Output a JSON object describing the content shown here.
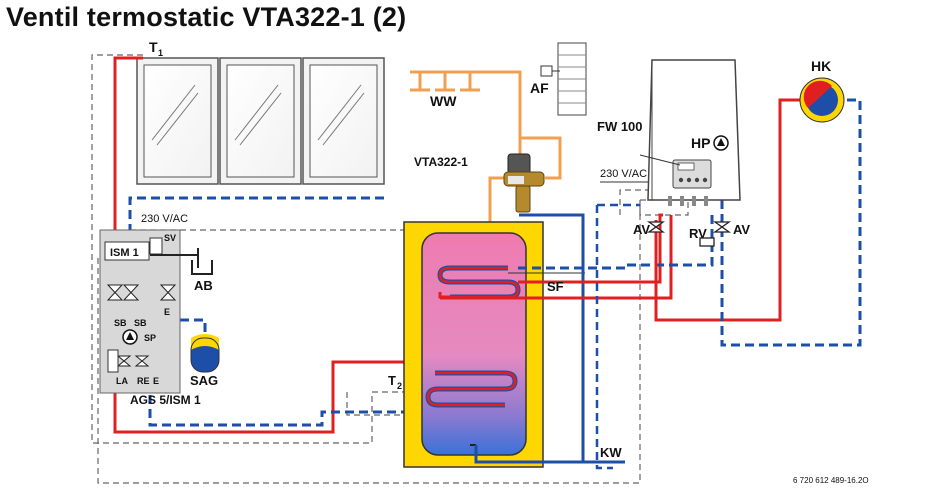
{
  "title": "Ventil termostatic VTA322-1 (2)",
  "labels": {
    "t1": "T",
    "t1_sub": "1",
    "t2": "T",
    "t2_sub": "2",
    "ww": "WW",
    "af": "AF",
    "vta": "VTA322-1",
    "fw100": "FW 100",
    "hp": "HP",
    "hk": "HK",
    "voltage_boiler": "230 V/AC",
    "voltage_solar": "230 V/AC",
    "av_left": "AV",
    "av_right": "AV",
    "rv": "RV",
    "sf": "SF",
    "kw": "KW",
    "ab": "AB",
    "sag": "SAG",
    "ism1": "ISM 1",
    "sv": "SV",
    "sb_left": "SB",
    "sb_right": "SB",
    "sp": "SP",
    "e_top": "E",
    "la": "LA",
    "re": "RE",
    "e_bottom": "E",
    "ags": "AGS 5/ISM 1",
    "doc_number": "6 720 612 489-16.2O"
  },
  "colors": {
    "supply": "#e02020",
    "return": "#1e4fa8",
    "hot_water": "#f0a050",
    "tank_casing": "#ffd700",
    "tank_hot": "#ee7bb0",
    "tank_cold": "#3a72d8",
    "station": "#d8d8d8"
  }
}
